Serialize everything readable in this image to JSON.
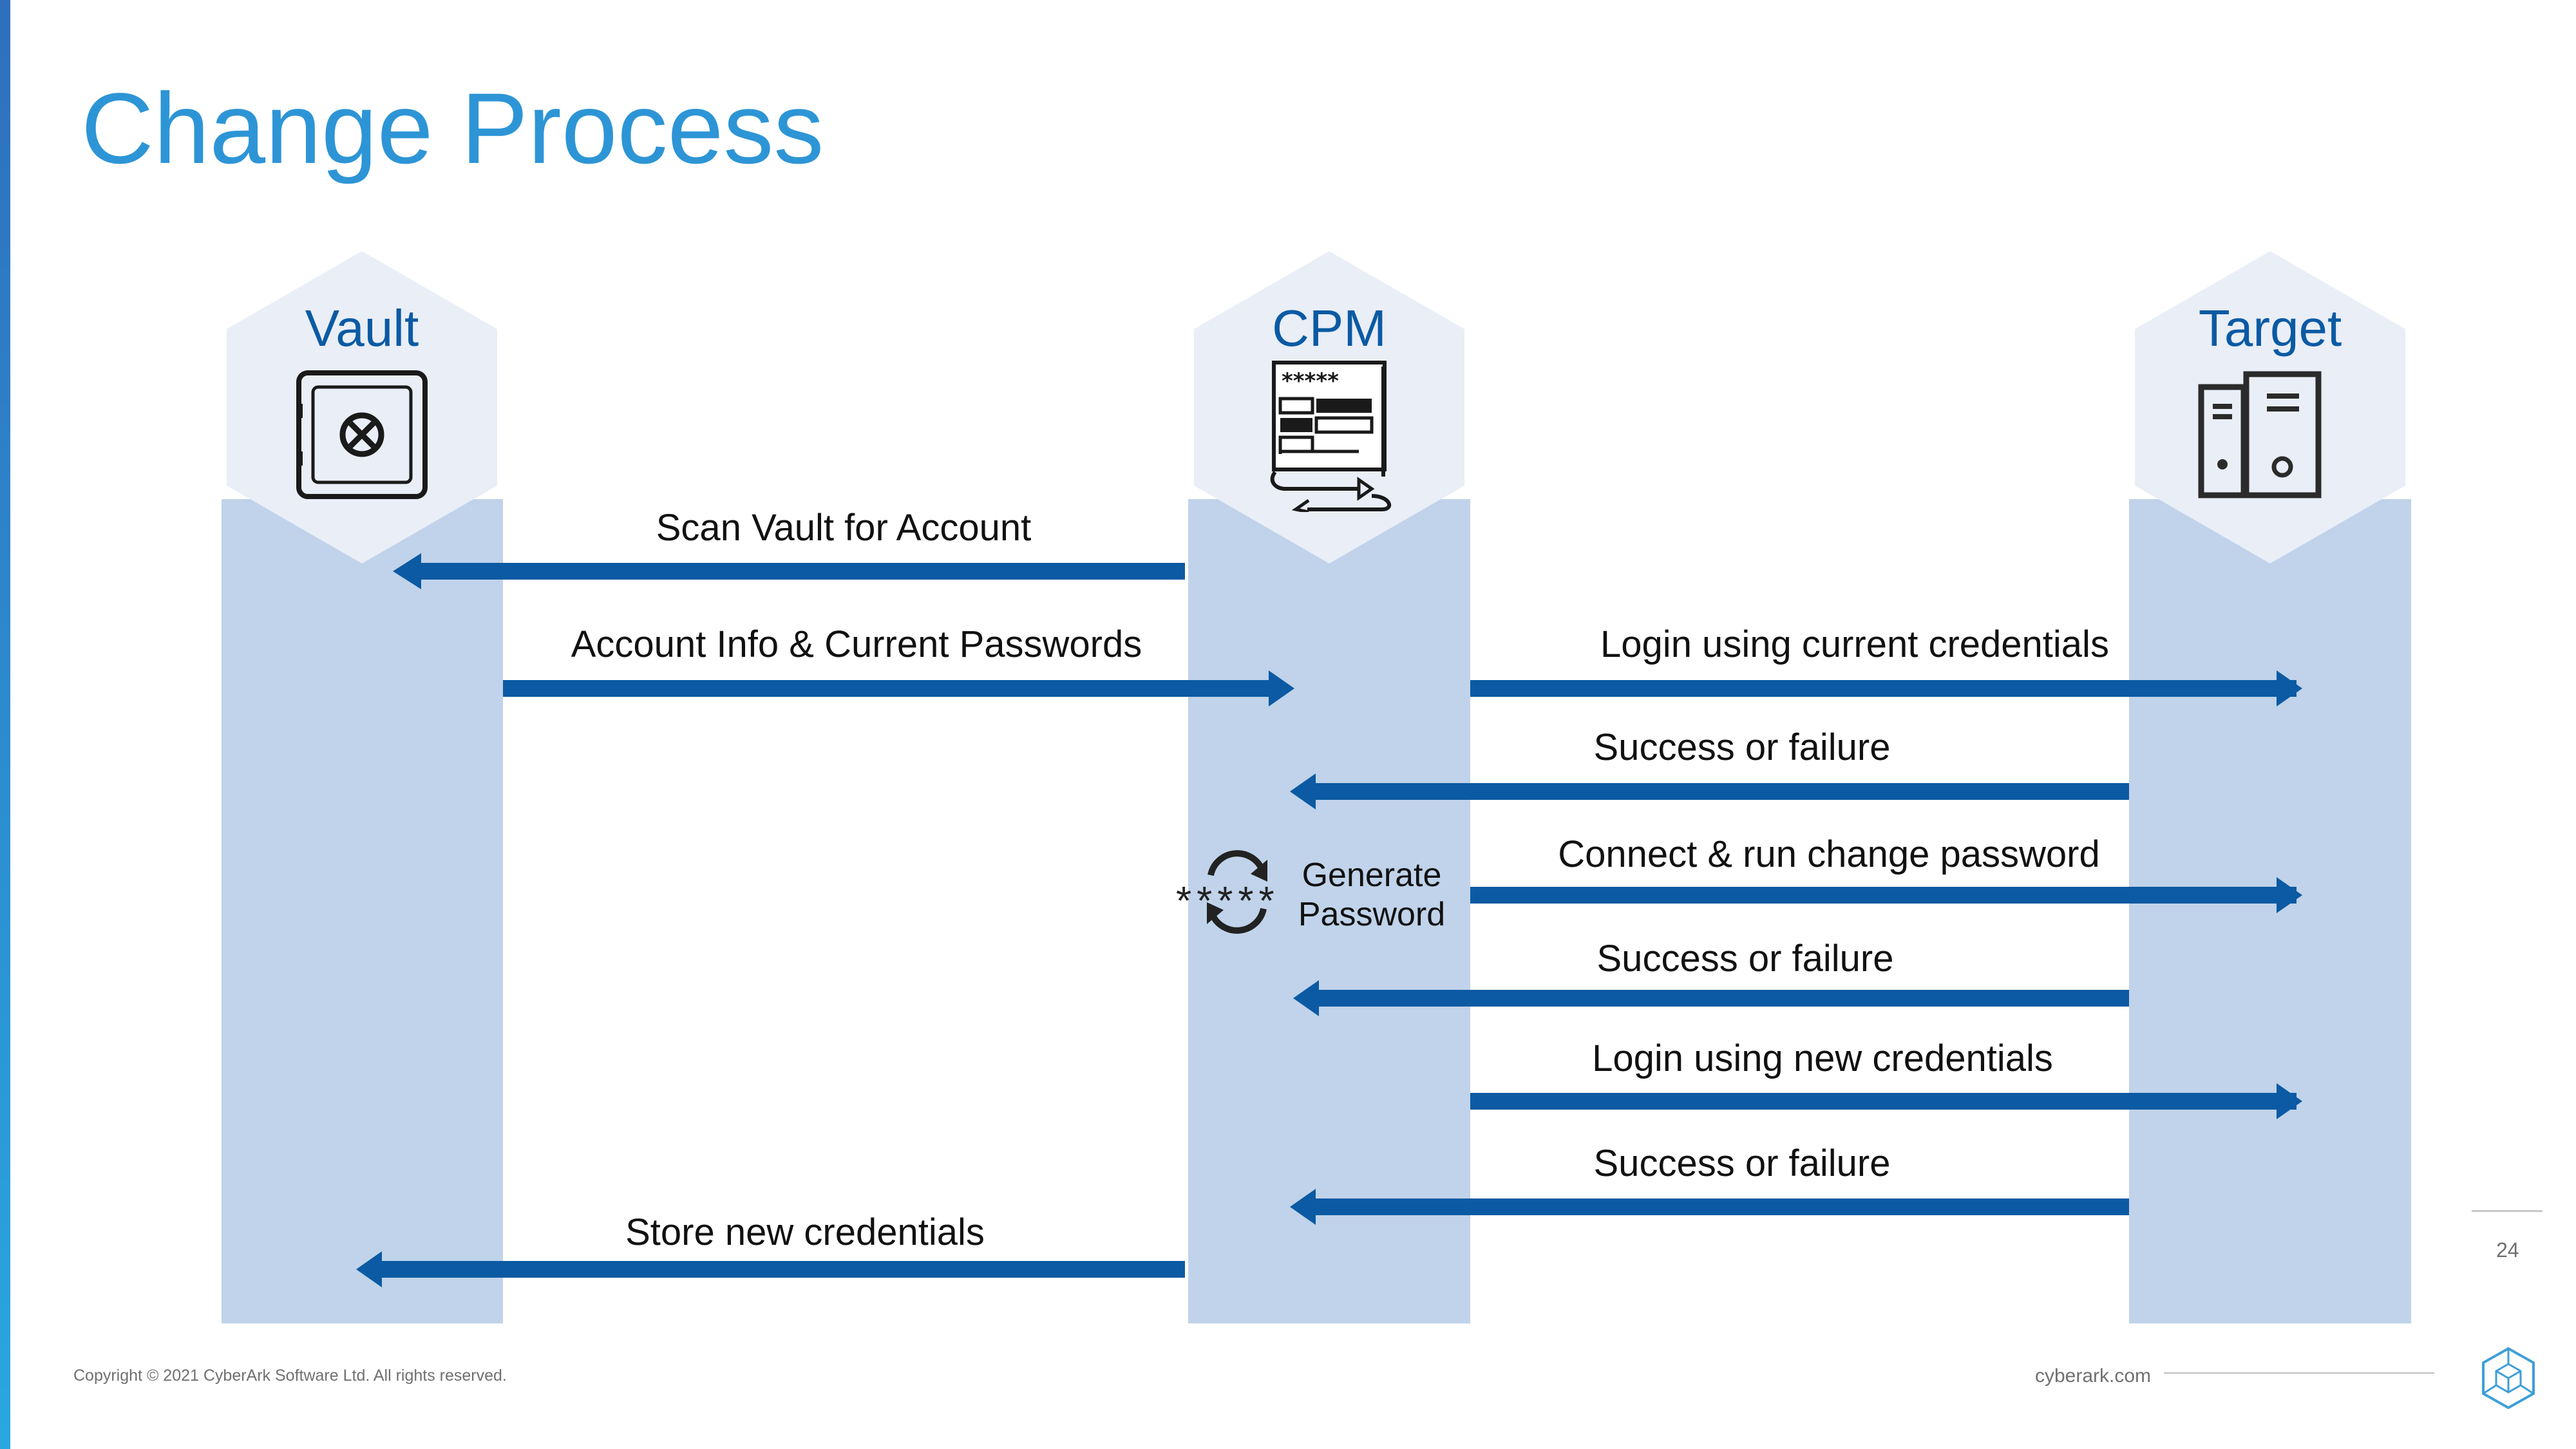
{
  "title": "Change Process",
  "colors": {
    "accent": "#2d95d6",
    "dark_blue": "#0b5aa3",
    "lane": "#c0d3ea",
    "hexagon": "#e9eef7"
  },
  "nodes": [
    {
      "id": "vault",
      "label": "Vault",
      "icon": "safe-icon"
    },
    {
      "id": "cpm",
      "label": "CPM",
      "icon": "password-form-icon"
    },
    {
      "id": "target",
      "label": "Target",
      "icon": "server-icon"
    }
  ],
  "messages": [
    "Scan Vault for Account",
    "Account Info & Current Passwords",
    "Login using current credentials",
    "Success or failure",
    "Connect & run change password",
    "Success or failure",
    "Login using new credentials",
    "Success or failure",
    "Store new credentials"
  ],
  "generate": {
    "line1": "Generate",
    "line2": "Password",
    "stars": "*****"
  },
  "icon_text": {
    "password_stars": "*****"
  },
  "footer": {
    "copyright": "Copyright © 2021 CyberArk Software Ltd. All rights reserved.",
    "site": "cyberark.com",
    "page": "24"
  }
}
